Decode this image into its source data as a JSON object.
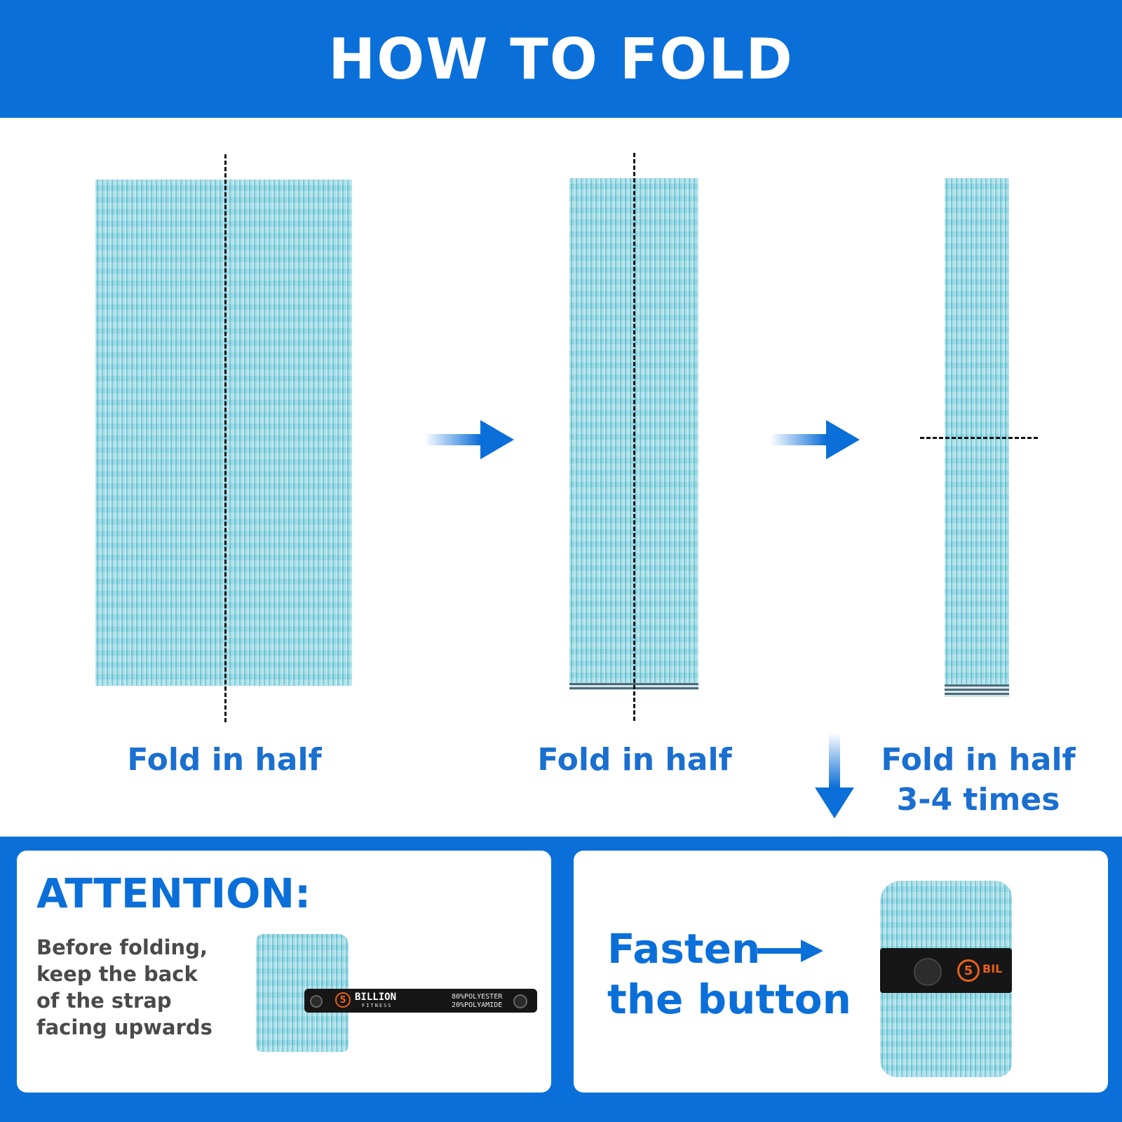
{
  "header": {
    "title": "HOW TO FOLD"
  },
  "steps": [
    {
      "label": "Fold in half"
    },
    {
      "label": "Fold in half"
    },
    {
      "label_line1": "Fold in half",
      "label_line2": "3-4 times"
    }
  ],
  "attention": {
    "title": "ATTENTION:",
    "lines": [
      "Before folding,",
      "keep the back",
      "of the strap",
      "facing upwards"
    ],
    "strap_brand": "BILLION",
    "strap_sub": "FITNESS",
    "strap_fabric_1": "80%POLYESTER",
    "strap_fabric_2": "20%POLYAMIDE",
    "logo_number": "5"
  },
  "fasten": {
    "line1": "Fasten",
    "line2": "the button",
    "strap_brand": "BIL",
    "logo_number": "5"
  },
  "colors": {
    "brand_blue": "#0B6FD9",
    "towel_teal": "#8fd3df",
    "logo_orange": "#e8601c"
  }
}
